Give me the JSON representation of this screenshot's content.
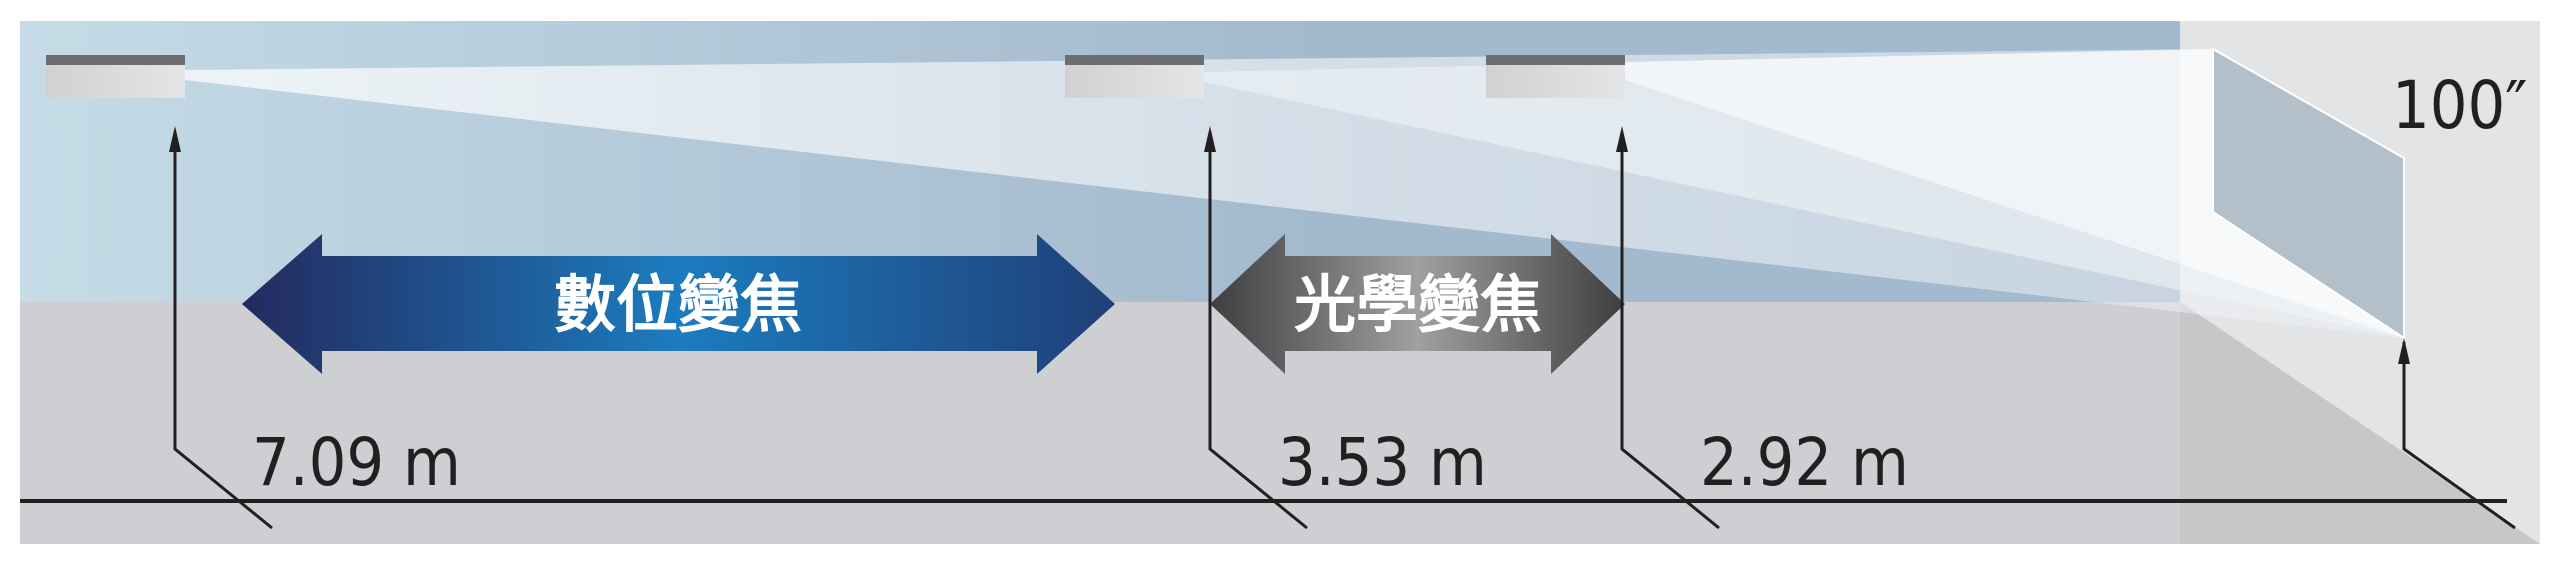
{
  "title": "Projector zoom throw distance diagram",
  "screen_size_label": "100″",
  "digital_zoom": {
    "label": "數位變焦",
    "color_dark": "#232a5e",
    "color_light": "#1c7cbf"
  },
  "optical_zoom": {
    "label": "光學變焦",
    "color_dark": "#3e3e40",
    "color_light": "#a0a0a2"
  },
  "distances": [
    {
      "label": "7.09 m",
      "value_m": 7.09
    },
    {
      "label": "3.53 m",
      "value_m": 3.53
    },
    {
      "label": "2.92 m",
      "value_m": 2.92
    }
  ],
  "colors": {
    "wall": "#a3b9cd",
    "floor": "#cdcfd2",
    "screen_wall": "#e3e4e5",
    "screen": "#b4c0c9",
    "line": "#231f20"
  }
}
